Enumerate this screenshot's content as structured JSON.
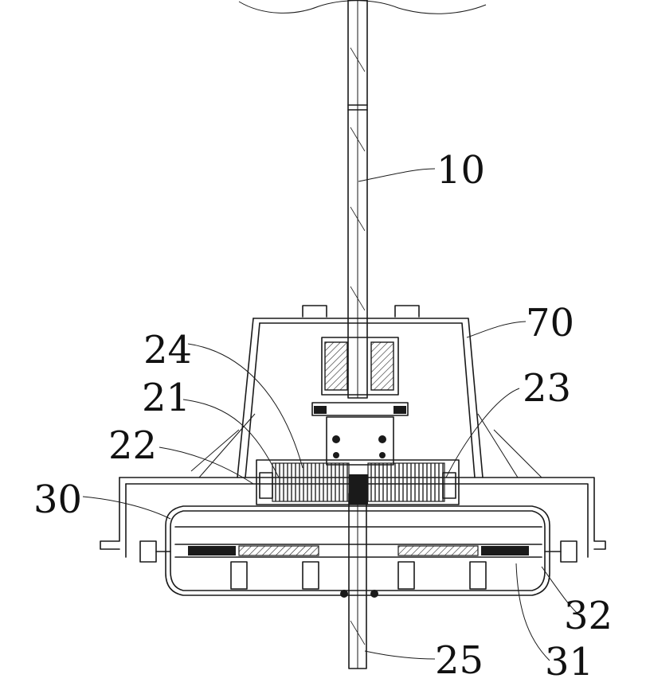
{
  "labels": {
    "l10": "10",
    "l70": "70",
    "l24": "24",
    "l23": "23",
    "l21": "21",
    "l22": "22",
    "l30": "30",
    "l32": "32",
    "l31": "31",
    "l25": "25"
  }
}
